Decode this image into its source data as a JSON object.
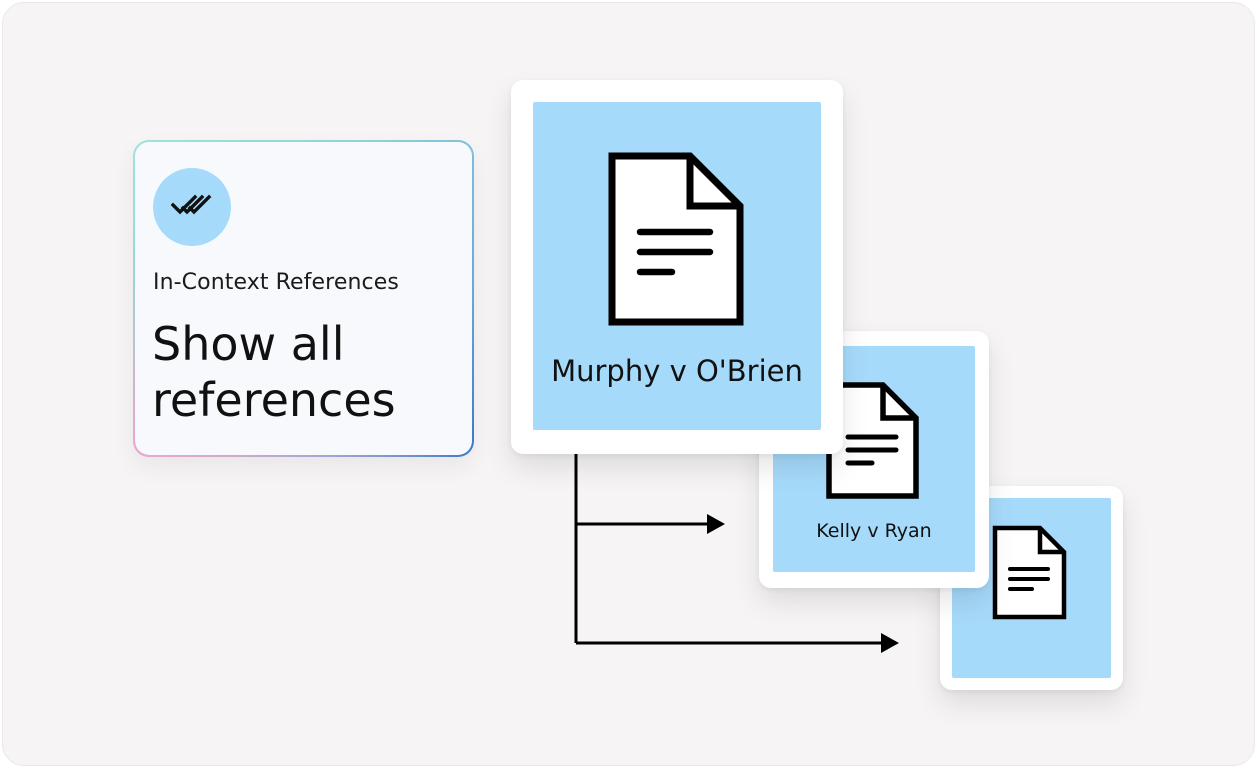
{
  "feature": {
    "icon": "double-check-icon",
    "kicker": "In-Context References",
    "title": "Show all references"
  },
  "documents": [
    {
      "label": "Murphy v O'Brien",
      "icon": "document-icon"
    },
    {
      "label": "Kelly v Ryan",
      "icon": "document-icon"
    },
    {
      "label": "",
      "icon": "document-icon"
    }
  ],
  "colors": {
    "panel": "#a6dafb",
    "background": "#f6f4f4",
    "ink": "#111111"
  }
}
